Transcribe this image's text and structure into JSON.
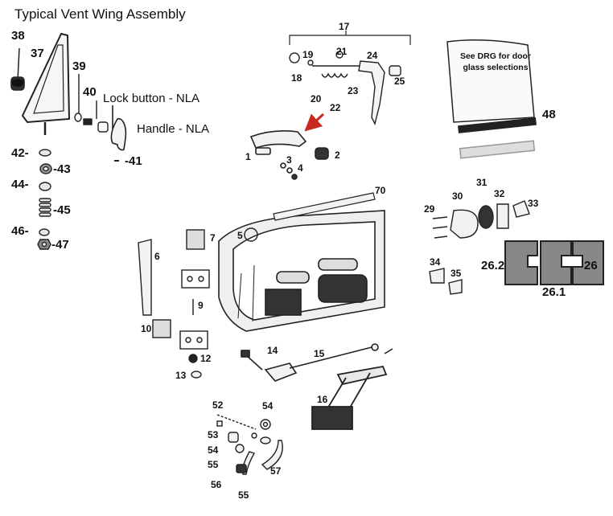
{
  "title": "Typical Vent Wing Assembly",
  "glass_note": "See DRG for door glass selections",
  "side_notes": {
    "lock_button": "Lock button - NLA",
    "handle": "Handle - NLA"
  },
  "labels": {
    "p1": "1",
    "p2": "2",
    "p3": "3",
    "p4": "4",
    "p5": "5",
    "p6": "6",
    "p7": "7",
    "p9": "9",
    "p10": "10",
    "p12": "12",
    "p13": "13",
    "p14": "14",
    "p15": "15",
    "p16": "16",
    "p17": "17",
    "p18": "18",
    "p19": "19",
    "p20": "20",
    "p21": "21",
    "p22": "22",
    "p23": "23",
    "p24": "24",
    "p25": "25",
    "p26": "26",
    "p26_1": "26.1",
    "p26_2": "26.2",
    "p29": "29",
    "p30": "30",
    "p31": "31",
    "p32": "32",
    "p33": "33",
    "p34": "34",
    "p35": "35",
    "p37": "37",
    "p38": "38",
    "p39": "39",
    "p40": "40",
    "p41": "-41",
    "p42": "42-",
    "p43": "-43",
    "p44": "44-",
    "p45": "-45",
    "p46": "46-",
    "p47": "-47",
    "p48": "48",
    "p52": "52",
    "p53": "53",
    "p54a": "54",
    "p54b": "54",
    "p55a": "55",
    "p55b": "55",
    "p56": "56",
    "p57": "57",
    "p70": "70"
  }
}
